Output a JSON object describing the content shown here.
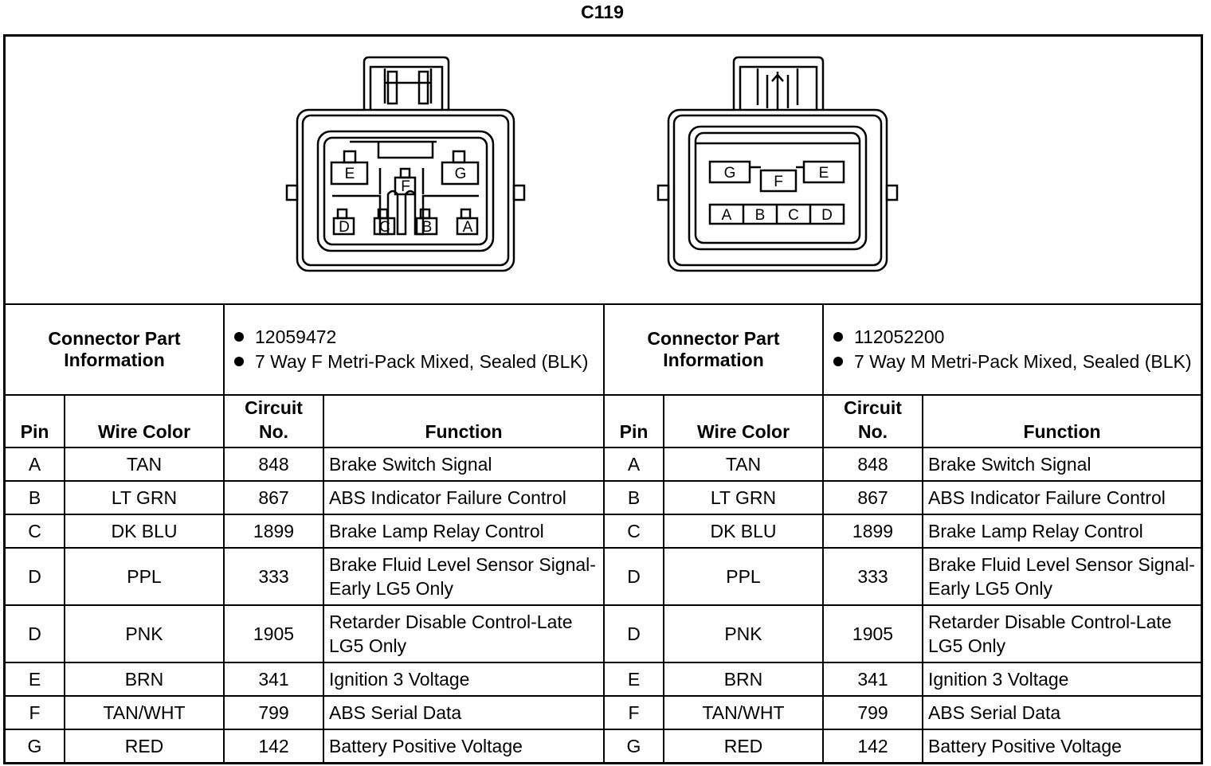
{
  "title": "C119",
  "connectors": [
    {
      "info_label": "Connector Part Information",
      "info_items": [
        "12059472",
        "7 Way F Metri-Pack Mixed, Sealed (BLK)"
      ],
      "headers": {
        "pin": "Pin",
        "wire_color": "Wire Color",
        "circuit": "Circuit No.",
        "function": "Function"
      },
      "rows": [
        {
          "pin": "A",
          "wire_color": "TAN",
          "circuit": "848",
          "function": "Brake Switch Signal"
        },
        {
          "pin": "B",
          "wire_color": "LT GRN",
          "circuit": "867",
          "function": "ABS Indicator Failure Control"
        },
        {
          "pin": "C",
          "wire_color": "DK BLU",
          "circuit": "1899",
          "function": "Brake Lamp Relay Control"
        },
        {
          "pin": "D",
          "wire_color": "PPL",
          "circuit": "333",
          "function": "Brake Fluid Level Sensor Signal-Early LG5 Only"
        },
        {
          "pin": "D",
          "wire_color": "PNK",
          "circuit": "1905",
          "function": "Retarder Disable Control-Late LG5 Only"
        },
        {
          "pin": "E",
          "wire_color": "BRN",
          "circuit": "341",
          "function": "Ignition 3 Voltage"
        },
        {
          "pin": "F",
          "wire_color": "TAN/WHT",
          "circuit": "799",
          "function": "ABS Serial Data"
        },
        {
          "pin": "G",
          "wire_color": "RED",
          "circuit": "142",
          "function": "Battery Positive Voltage"
        }
      ],
      "diagram_letters": [
        "E",
        "F",
        "G",
        "D",
        "C",
        "B",
        "A"
      ]
    },
    {
      "info_label": "Connector Part Information",
      "info_items": [
        "112052200",
        "7 Way M Metri-Pack Mixed, Sealed (BLK)"
      ],
      "headers": {
        "pin": "Pin",
        "wire_color": "Wire Color",
        "circuit": "Circuit No.",
        "function": "Function"
      },
      "rows": [
        {
          "pin": "A",
          "wire_color": "TAN",
          "circuit": "848",
          "function": "Brake Switch Signal"
        },
        {
          "pin": "B",
          "wire_color": "LT GRN",
          "circuit": "867",
          "function": "ABS Indicator Failure Control"
        },
        {
          "pin": "C",
          "wire_color": "DK BLU",
          "circuit": "1899",
          "function": "Brake Lamp Relay Control"
        },
        {
          "pin": "D",
          "wire_color": "PPL",
          "circuit": "333",
          "function": "Brake Fluid Level Sensor Signal-Early LG5 Only"
        },
        {
          "pin": "D",
          "wire_color": "PNK",
          "circuit": "1905",
          "function": "Retarder Disable Control-Late LG5 Only"
        },
        {
          "pin": "E",
          "wire_color": "BRN",
          "circuit": "341",
          "function": "Ignition 3 Voltage"
        },
        {
          "pin": "F",
          "wire_color": "TAN/WHT",
          "circuit": "799",
          "function": "ABS Serial Data"
        },
        {
          "pin": "G",
          "wire_color": "RED",
          "circuit": "142",
          "function": "Battery Positive Voltage"
        }
      ],
      "diagram_letters": [
        "G",
        "F",
        "E",
        "A",
        "B",
        "C",
        "D"
      ]
    }
  ]
}
